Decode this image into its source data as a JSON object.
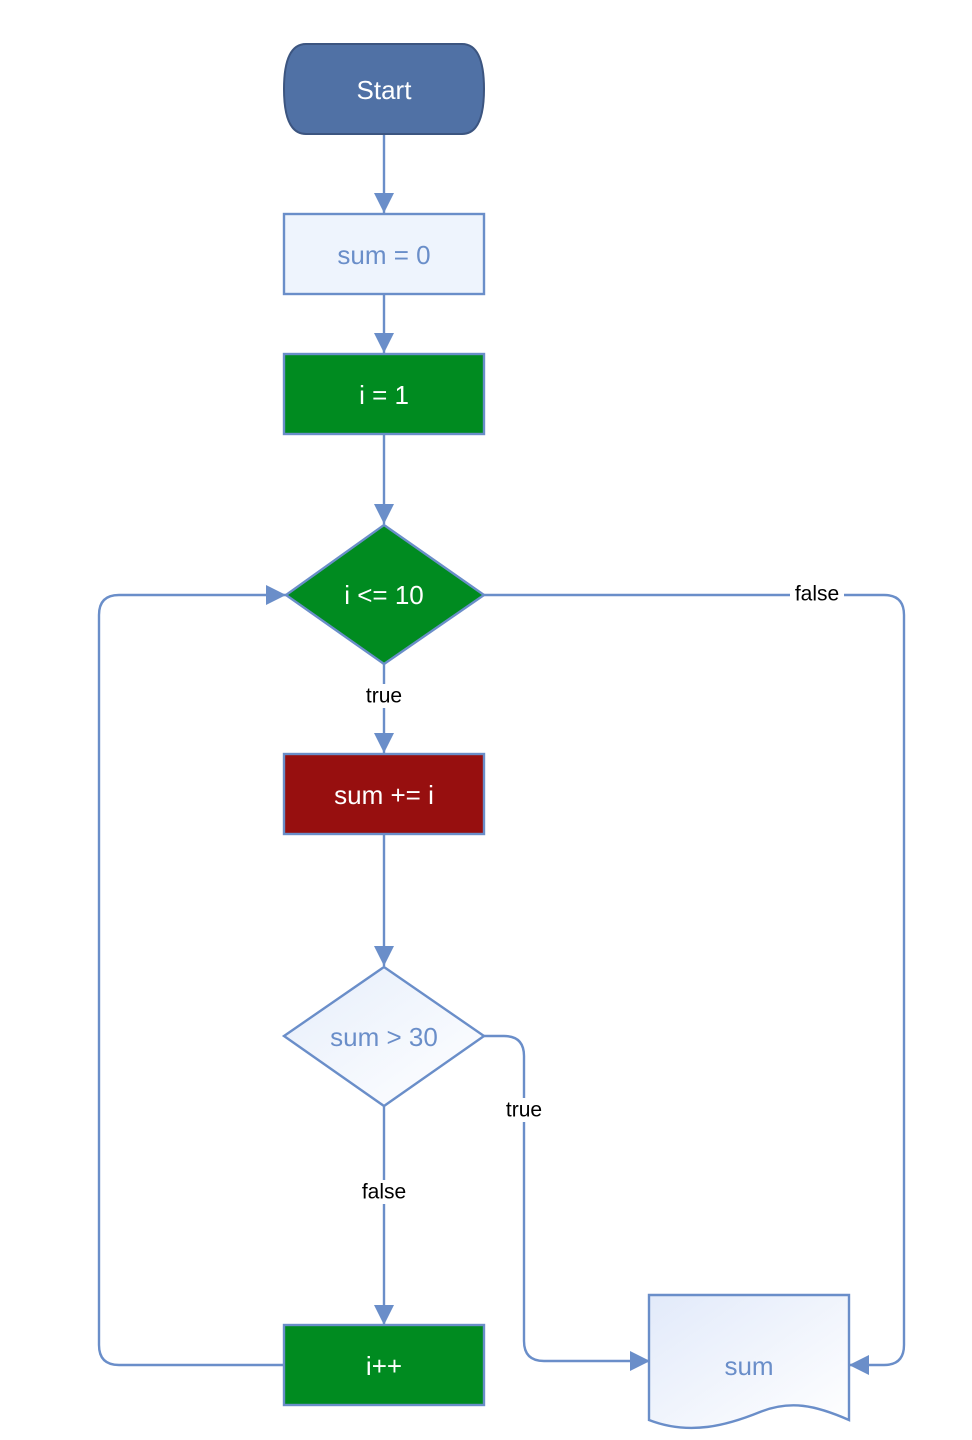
{
  "diagram": {
    "type": "flowchart",
    "nodes": {
      "start": {
        "label": "Start",
        "shape": "terminator",
        "fill": "#5071a5",
        "text_color": "#ffffff"
      },
      "sum_init": {
        "label": "sum = 0",
        "shape": "process",
        "fill": "#eef4fd",
        "text_color": "#6a8ec9"
      },
      "i_init": {
        "label": "i = 1",
        "shape": "process",
        "fill": "#008b20",
        "text_color": "#ffffff"
      },
      "loop_check": {
        "label": "i <= 10",
        "shape": "decision",
        "fill": "#008b20",
        "text_color": "#ffffff"
      },
      "accumulate": {
        "label": "sum += i",
        "shape": "process",
        "fill": "#970f0f",
        "text_color": "#ffffff"
      },
      "threshold_check": {
        "label": "sum > 30",
        "shape": "decision",
        "fill": "#eef4fd",
        "text_color": "#6a8ec9"
      },
      "increment": {
        "label": "i++",
        "shape": "process",
        "fill": "#008b20",
        "text_color": "#ffffff"
      },
      "output": {
        "label": "sum",
        "shape": "document",
        "fill": "#eef4fd",
        "text_color": "#6a8ec9"
      }
    },
    "edges": [
      {
        "from": "start",
        "to": "sum_init",
        "label": ""
      },
      {
        "from": "sum_init",
        "to": "i_init",
        "label": ""
      },
      {
        "from": "i_init",
        "to": "loop_check",
        "label": ""
      },
      {
        "from": "loop_check",
        "to": "accumulate",
        "label": "true"
      },
      {
        "from": "loop_check",
        "to": "output",
        "label": "false"
      },
      {
        "from": "accumulate",
        "to": "threshold_check",
        "label": ""
      },
      {
        "from": "threshold_check",
        "to": "increment",
        "label": "false"
      },
      {
        "from": "threshold_check",
        "to": "output",
        "label": "true"
      },
      {
        "from": "increment",
        "to": "loop_check",
        "label": ""
      }
    ],
    "colors": {
      "edge": "#6a8ec9",
      "node_stroke": "#6a8ec9",
      "start_stroke": "#3c5580"
    }
  }
}
